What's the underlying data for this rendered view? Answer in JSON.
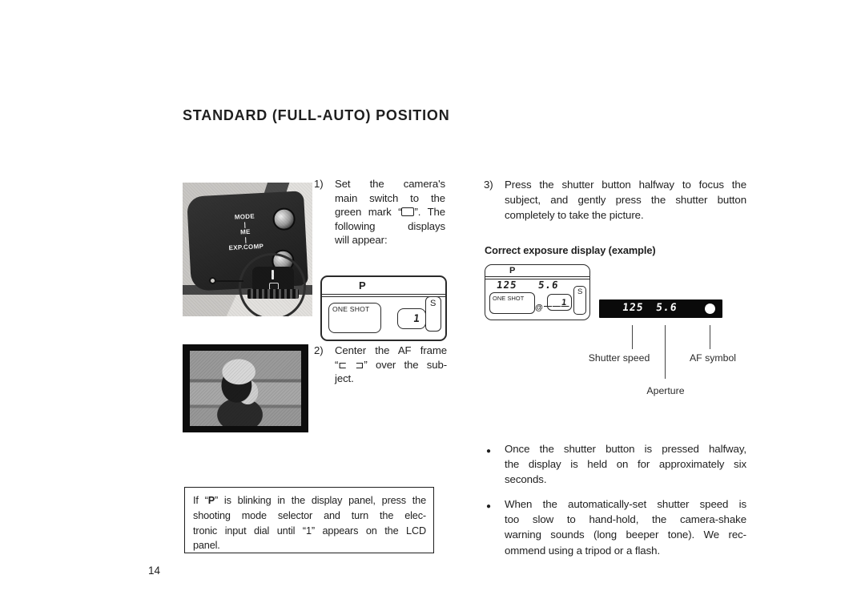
{
  "colors": {
    "ink": "#1f1f1f",
    "paper": "#ffffff",
    "viewfinder_bg": "#0a0a0a",
    "viewfinder_fg": "#ffffff"
  },
  "page": {
    "title": "STANDARD (FULL-AUTO) POSITION",
    "page_number": "14"
  },
  "camera_photo": {
    "labels": {
      "mode": "MODE",
      "me": "ME",
      "exp_comp": "EXP.COMP"
    }
  },
  "steps": {
    "one": {
      "marker": "1)",
      "lines_a": [
        "Set the camera's",
        "main switch to the"
      ],
      "line_glyph_pre": "green mark “",
      "line_glyph_post": "”. The",
      "lines_b": [
        "following displays",
        "will appear:"
      ]
    },
    "two": {
      "marker": "2)",
      "lines": [
        "Center the AF frame",
        "“⊏ ⊐” over the sub-",
        "ject."
      ]
    },
    "three": {
      "marker": "3)",
      "lines": [
        "Press the shutter button halfway to focus the",
        "subject, and gently press the shutter button",
        "completely to take the picture."
      ]
    }
  },
  "lcd_panel_initial": {
    "mode": "P",
    "one_shot": "ONE SHOT",
    "frame_count": "1",
    "single_shot": "S"
  },
  "exposure_section": {
    "heading": "Correct exposure display (example)",
    "lcd_panel": {
      "mode": "P",
      "shutter_speed": "125",
      "aperture": "5.6",
      "one_shot": "ONE SHOT",
      "exposure_icon": "@",
      "exposure_dashes": "— — —",
      "frame_count": "1",
      "single_shot": "S"
    },
    "viewfinder": {
      "shutter_speed": "125",
      "aperture": "5.6"
    },
    "callouts": {
      "shutter_speed": "Shutter speed",
      "aperture": "Aperture",
      "af_symbol": "AF symbol"
    }
  },
  "bullets": [
    {
      "marker": "●",
      "lines": [
        "Once the shutter button is pressed halfway,",
        "the display is held on for approximately six",
        "seconds."
      ]
    },
    {
      "marker": "●",
      "lines": [
        "When the automatically-set shutter speed is",
        "too slow to hand-hold, the camera-shake",
        "warning sounds (long beeper tone). We rec-",
        "ommend using a tripod or a flash."
      ]
    }
  ],
  "note": {
    "line1_pre": "If “",
    "line1_bold": "P",
    "line1_post": "” is blinking in the display panel, press the",
    "lines": [
      "shooting mode selector and turn the elec-",
      "tronic input dial until “1” appears on the LCD",
      "panel."
    ]
  }
}
